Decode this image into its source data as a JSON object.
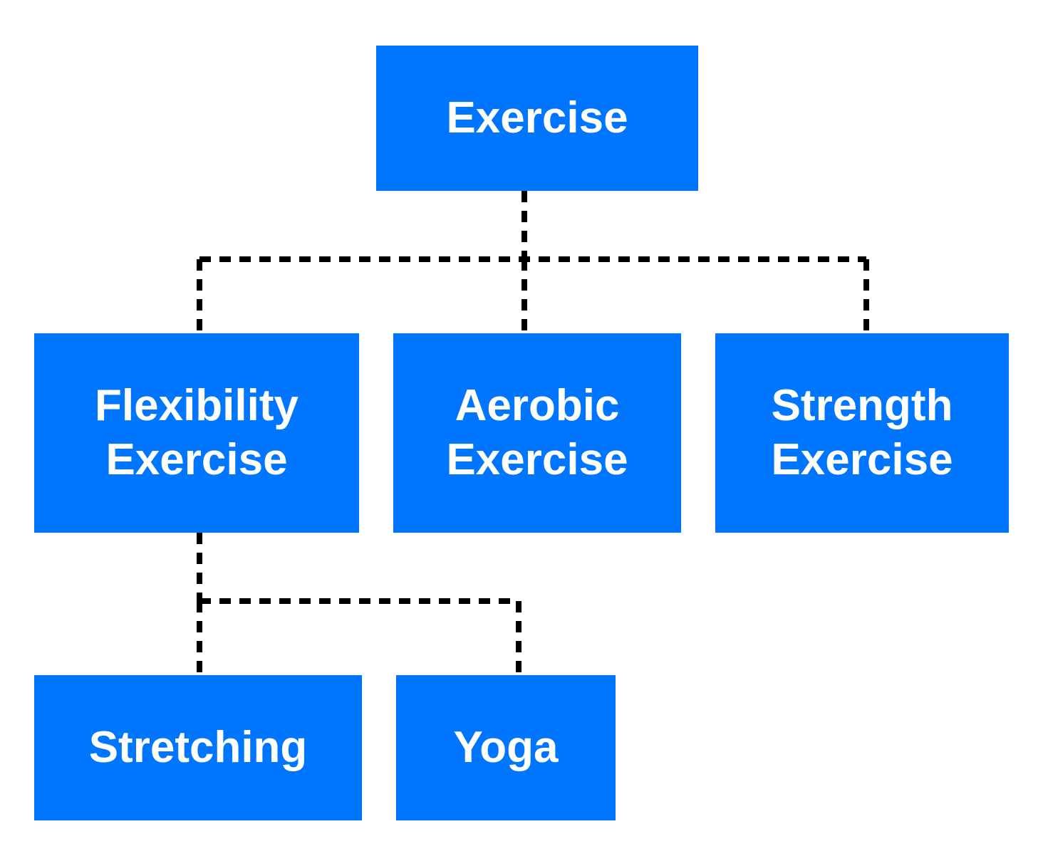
{
  "colors": {
    "node_fill": "#0076FF",
    "node_text": "#FFFFFF",
    "connector": "#000000"
  },
  "connector_style": "dashed",
  "nodes": {
    "root": {
      "label": "Exercise"
    },
    "flexibility": {
      "line1": "Flexibility",
      "line2": "Exercise"
    },
    "aerobic": {
      "line1": "Aerobic",
      "line2": "Exercise"
    },
    "strength": {
      "line1": "Strength",
      "line2": "Exercise"
    },
    "stretching": {
      "label": "Stretching"
    },
    "yoga": {
      "label": "Yoga"
    }
  },
  "edges": [
    {
      "from": "Exercise",
      "to": "Flexibility Exercise"
    },
    {
      "from": "Exercise",
      "to": "Aerobic Exercise"
    },
    {
      "from": "Exercise",
      "to": "Strength Exercise"
    },
    {
      "from": "Flexibility Exercise",
      "to": "Stretching"
    },
    {
      "from": "Flexibility Exercise",
      "to": "Yoga"
    }
  ]
}
